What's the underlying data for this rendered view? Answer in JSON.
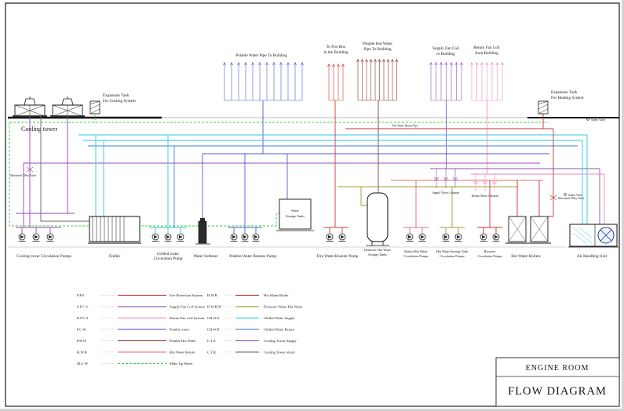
{
  "colors": {
    "fps": "#cf3a3a",
    "sfcs": "#8f52b5",
    "rfcs": "#ee8ab8",
    "pcw": "#4d5cd0",
    "phw": "#8e3434",
    "hwr": "#e07070",
    "muw": "#3fd03f",
    "hwb": "#cc3333",
    "dwhw": "#9d9d38",
    "chws": "#2cc8e2",
    "chwr": "#3f7fd6",
    "cts": "#9a44b8",
    "ctr": "#666666",
    "ink": "#1a1a1a"
  },
  "title_block": {
    "room": "ENGINE ROOM",
    "title": "FLOW DIAGRAM"
  },
  "top_labels": {
    "potable_water": "Potable Water Pipe To Building",
    "fire_box": [
      "To Fire Box",
      "in the Building"
    ],
    "potable_hot_water": [
      "Potable Hot Water",
      "Pipe To Building"
    ],
    "supply_fan_coil": [
      "Supply Fan Coil",
      "to Building"
    ],
    "return_fan_coil": [
      "Return Fan Coil",
      "from Building"
    ]
  },
  "annotations": {
    "cooling_tower": "Cooling tower",
    "expansion_cooling": [
      "Expansion Tank",
      "For Cooling System"
    ],
    "expansion_heating": [
      "Expansion Tank",
      "For Heating System"
    ],
    "water_storage_tanks": [
      "Water",
      "Storage Tanks"
    ],
    "hot_water_return_pipe": "Hot Water Return Pipe",
    "supply_valves": "Supply Valves Columns",
    "return_valves": "Return Valves Columns",
    "motorized_valve_left": "Motorized 3Way Valve",
    "motorized_valve_right": "Motorized 3Way Valve",
    "safety_valve_top": "Safety Valve",
    "safety_valve_mid": "Safety Valve"
  },
  "equipment_labels": {
    "cooling_tower_pumps": "Cooling tower Circulation Pumps",
    "chiller": "Chiller",
    "chilled_water_pumps": [
      "Chilled water",
      "Circulation Pump"
    ],
    "water_softener": "Water Softener",
    "potable_booster_pump": "Potable Water Booster Pump",
    "fire_booster_pump": "Fire Water Booster Pump",
    "domestic_hw_tank": [
      "Domestic Hot Water",
      "Storage Tanks"
    ],
    "return_hw_pumps": [
      "Return Hot Water",
      "Circulation Pumps"
    ],
    "hw_storage_pumps": [
      "Hot Water Storage Tank",
      "Circulation Pumps"
    ],
    "booster_pumps": [
      "Boosters",
      "Circulation Pumps"
    ],
    "hot_water_boilers": "Hot Water Boilers",
    "air_handling_unit": "Air Handling Unit"
  },
  "legend": {
    "left": [
      {
        "abbr": "F.P.S.",
        "label": "Fire Protection System",
        "key": "fps"
      },
      {
        "abbr": "S.F.C.S.",
        "label": "Supply Fan Coil System",
        "key": "sfcs"
      },
      {
        "abbr": "R.F.C.S.",
        "label": "Return Fan Coil System",
        "key": "rfcs"
      },
      {
        "abbr": "P.C.W.",
        "label": "Potable water",
        "key": "pcw"
      },
      {
        "abbr": "P.H.W.",
        "label": "Potable Hot Water",
        "key": "phw"
      },
      {
        "abbr": "H.W.R",
        "label": "Hot Water Return",
        "key": "hwr"
      },
      {
        "abbr": "M.U.W",
        "label": "Make Up Water",
        "key": "muw"
      }
    ],
    "right": [
      {
        "abbr": "H.W.B.",
        "label": "Hot Water Boiler",
        "key": "hwb"
      },
      {
        "abbr": "D.W.H.W",
        "label": "Domestic Water Hot Water",
        "key": "dwhw"
      },
      {
        "abbr": "CH.W.S.",
        "label": "Chilled Water Supply",
        "key": "chws"
      },
      {
        "abbr": "CH.W.R",
        "label": "Chilled Water Return",
        "key": "chwr"
      },
      {
        "abbr": "C.T.S.",
        "label": "Cooling Tower Supply",
        "key": "cts"
      },
      {
        "abbr": "C.T.R.",
        "label": "Cooling Tower return",
        "key": "ctr"
      }
    ]
  }
}
